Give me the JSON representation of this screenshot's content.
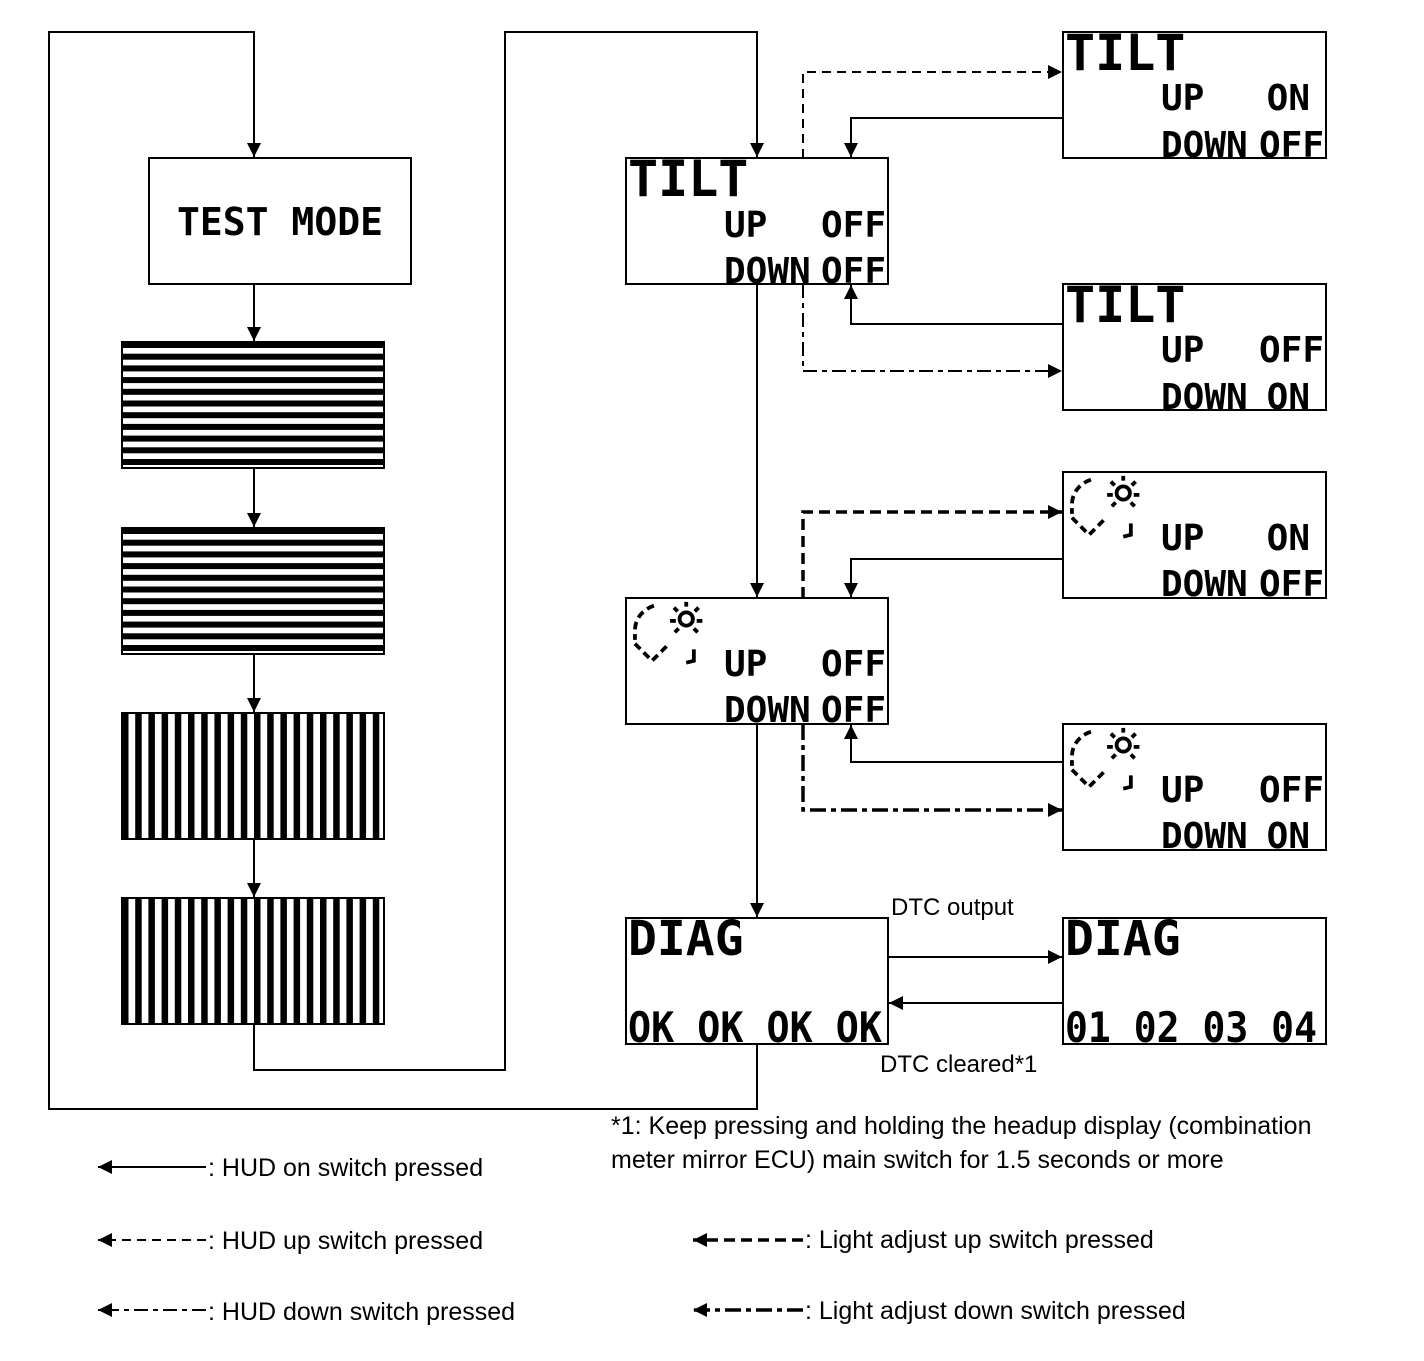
{
  "test_mode": {
    "label": "TEST MODE"
  },
  "screens": {
    "tilt_main": {
      "title": "TILT",
      "up_label": "UP",
      "up_value": "OFF",
      "down_label": "DOWN",
      "down_value": "OFF"
    },
    "tilt_up": {
      "title": "TILT",
      "up_label": "UP",
      "up_value": "ON",
      "down_label": "DOWN",
      "down_value": "OFF"
    },
    "tilt_down": {
      "title": "TILT",
      "up_label": "UP",
      "up_value": "OFF",
      "down_label": "DOWN",
      "down_value": "ON"
    },
    "light_main": {
      "up_label": "UP",
      "up_value": "OFF",
      "down_label": "DOWN",
      "down_value": "OFF"
    },
    "light_up": {
      "up_label": "UP",
      "up_value": "ON",
      "down_label": "DOWN",
      "down_value": "OFF"
    },
    "light_down": {
      "up_label": "UP",
      "up_value": "OFF",
      "down_label": "DOWN",
      "down_value": "ON"
    },
    "diag_main": {
      "title": "DIAG",
      "line": "OK OK OK OK"
    },
    "diag_dtc": {
      "title": "DIAG",
      "line": "01 02 03 04"
    }
  },
  "edge_labels": {
    "dtc_output": "DTC output",
    "dtc_cleared": "DTC cleared*1"
  },
  "footnote": {
    "line1": "*1: Keep pressing and holding the headup display (combination",
    "line2": "meter mirror ECU) main switch for 1.5 seconds or more"
  },
  "legend": {
    "hud_on": ": HUD on switch pressed",
    "hud_up": ": HUD up switch pressed",
    "hud_down": ": HUD down switch pressed",
    "light_up": ": Light adjust up switch pressed",
    "light_down": ": Light adjust down switch pressed"
  },
  "icons": {
    "light_adjust": "headup-light-adjust-icon"
  },
  "colors": {
    "ink": "#000000",
    "background": "#ffffff"
  }
}
